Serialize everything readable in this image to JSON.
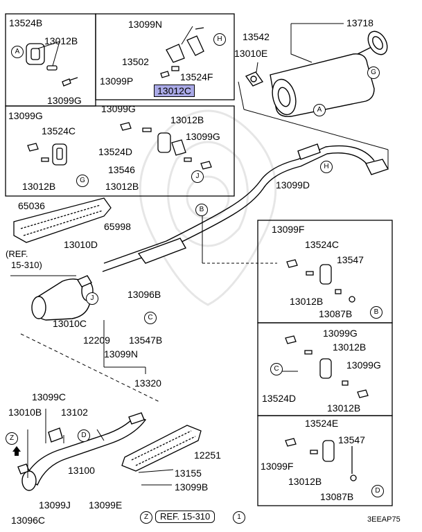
{
  "diagram_code": "3EEAP75",
  "highlight_color": "#a9a9e6",
  "parts": {
    "p13524B": "13524B",
    "p13012B_a": "13012B",
    "p13099G_a": "13099G",
    "p13099N_top": "13099N",
    "p13502": "13502",
    "p13099P": "13099P",
    "p13524F": "13524F",
    "p13012C": "13012C",
    "p13099G_b": "13099G",
    "p13524C_a": "13524C",
    "p13012B_b": "13012B",
    "p13099G_c": "13099G",
    "p13012B_c": "13012B",
    "p13524D_a": "13524D",
    "p13099G_d": "13099G",
    "p13546": "13546",
    "p13012B_d": "13012B",
    "p13718": "13718",
    "p13542": "13542",
    "p13010E": "13010E",
    "p13099D": "13099D",
    "p65036": "65036",
    "p65998": "65998",
    "p13010D": "13010D",
    "ref_a_line1": "(REF.",
    "ref_a_line2": "15-310)",
    "p13096B": "13096B",
    "p13010C": "13010C",
    "p12209": "12209",
    "p13547B": "13547B",
    "p13099N_low": "13099N",
    "p13320": "13320",
    "p13099F_a": "13099F",
    "p13524C_b": "13524C",
    "p13547_a": "13547",
    "p13012B_e": "13012B",
    "p13087B_a": "13087B",
    "p13099G_e": "13099G",
    "p13012B_f": "13012B",
    "p13099G_f": "13099G",
    "p13524D_b": "13524D",
    "p13012B_g": "13012B",
    "p13524E": "13524E",
    "p13547_b": "13547",
    "p13099F_b": "13099F",
    "p13012B_h": "13012B",
    "p13087B_b": "13087B",
    "p13099C": "13099C",
    "p13010B": "13010B",
    "p13102": "13102",
    "p12251": "12251",
    "p13155": "13155",
    "p13099B": "13099B",
    "p13100": "13100",
    "p13099J": "13099J",
    "p13099E": "13099E",
    "p13096C": "13096C",
    "ref_b": "REF. 15-310"
  },
  "markers": {
    "A1": "A",
    "G1": "G",
    "H1": "H",
    "A2": "A",
    "G2": "G",
    "J1": "J",
    "H2": "H",
    "B1": "B",
    "J2": "J",
    "C1": "C",
    "B2": "B",
    "C2": "C",
    "D1": "D",
    "D2": "D",
    "Z1": "Z",
    "Z2": "Z",
    "one": "1"
  }
}
